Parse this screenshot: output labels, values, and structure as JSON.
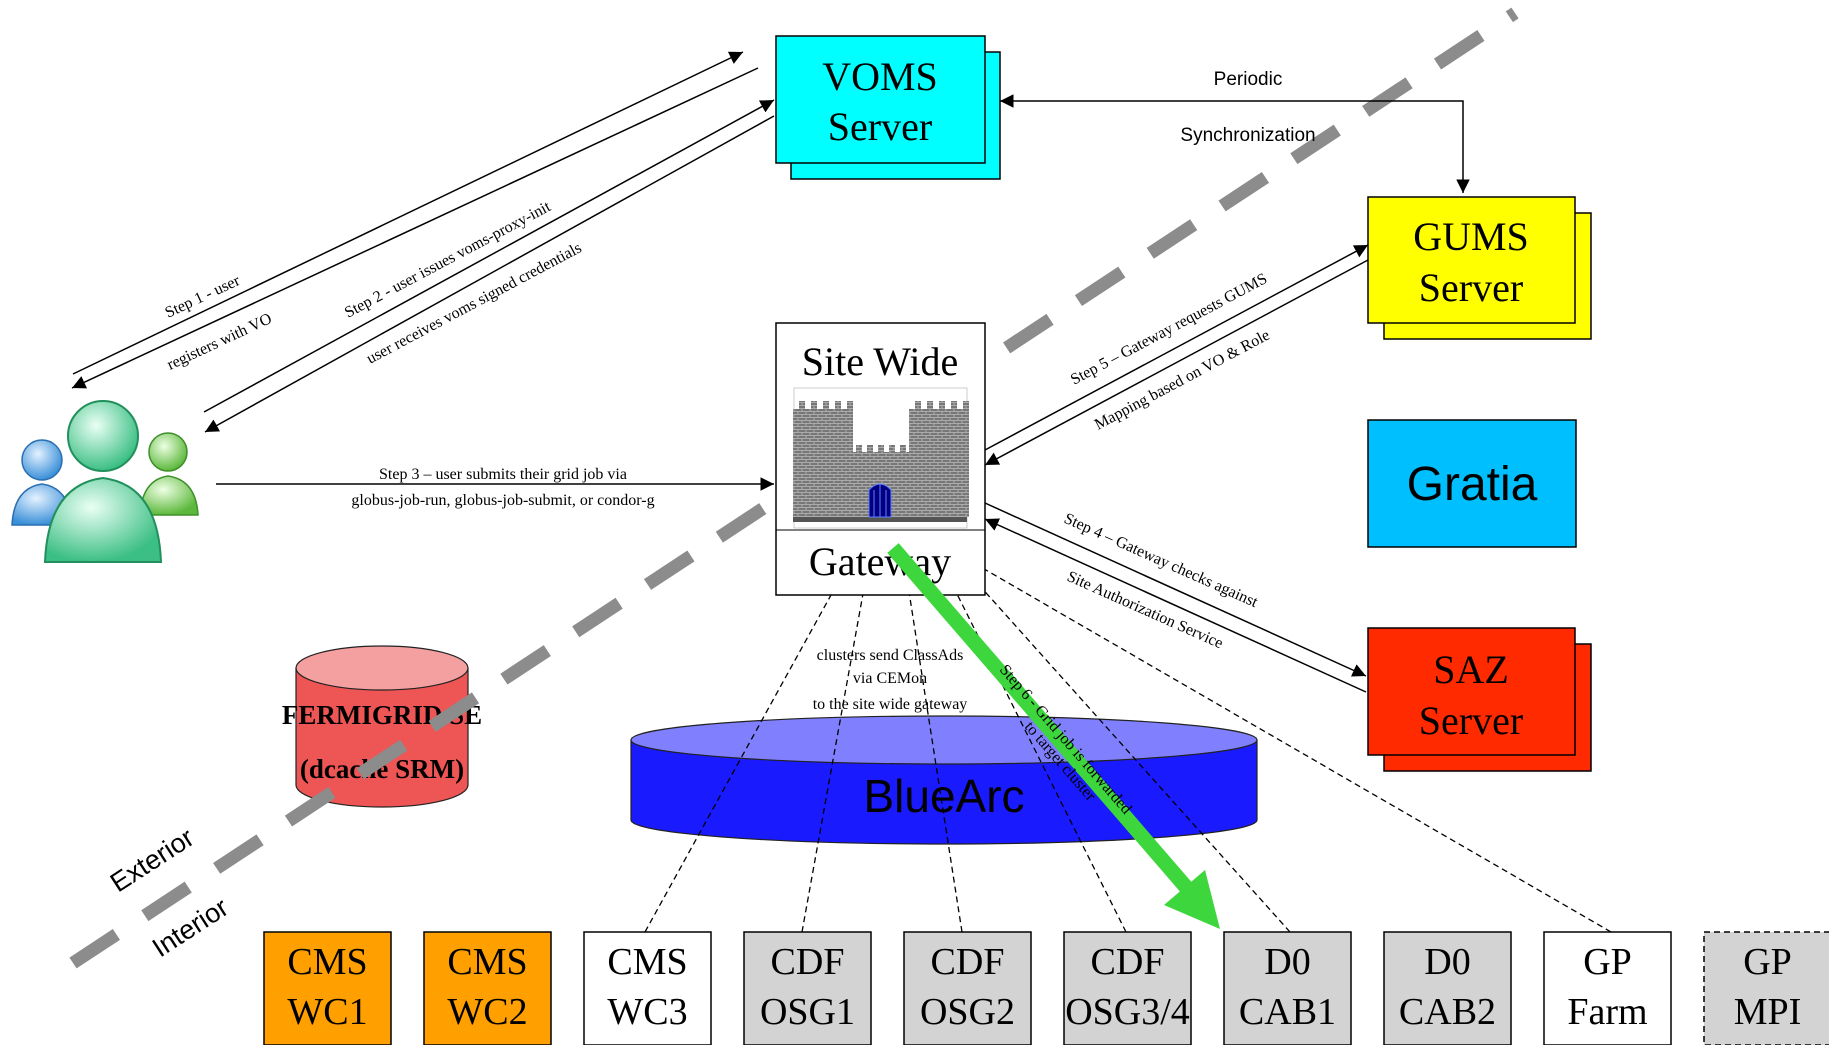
{
  "servers": {
    "voms": {
      "line1": "VOMS",
      "line2": "Server",
      "color": "#00ffff"
    },
    "gums": {
      "line1": "GUMS",
      "line2": "Server",
      "color": "#ffff00"
    },
    "gratia": {
      "label": "Gratia",
      "color": "#00bfff"
    },
    "saz": {
      "line1": "SAZ",
      "line2": "Server",
      "color": "#ff2a00"
    }
  },
  "gateway": {
    "top_label": "Site Wide",
    "bottom_label": "Gateway"
  },
  "sync": {
    "line1": "Periodic",
    "line2": "Synchronization"
  },
  "steps": {
    "step1_a": "Step 1 - user",
    "step1_b": "registers with VO",
    "step2_a": "Step 2 - user issues voms-proxy-init",
    "step2_b": "user receives voms signed credentials",
    "step3_a": "Step 3 – user submits their grid job via",
    "step3_b": "globus-job-run, globus-job-submit, or condor-g",
    "step4_a": "Step 4 – Gateway checks against",
    "step4_b": "Site Authorization Service",
    "step5_a": "Step 5 – Gateway requests GUMS",
    "step5_b": "Mapping based on VO & Role",
    "step6_a": "Step 6 - Grid job is forwarded",
    "step6_b": "to target cluster"
  },
  "classads": {
    "line1": "clusters send ClassAds",
    "line2": "via CEMon",
    "line3": "to the site wide gateway"
  },
  "storage": {
    "fermigrid_line1": "FERMIGRID SE",
    "fermigrid_line2": "(dcache SRM)",
    "bluearc": "BlueArc",
    "fermigrid_color": "#ee5555",
    "bluearc_color": "#1a1aff"
  },
  "zones": {
    "exterior": "Exterior",
    "interior": "Interior"
  },
  "clusters": [
    {
      "line1": "CMS",
      "line2": "WC1",
      "color": "#ffa000",
      "dashed": false
    },
    {
      "line1": "CMS",
      "line2": "WC2",
      "color": "#ffa000",
      "dashed": false
    },
    {
      "line1": "CMS",
      "line2": "WC3",
      "color": "#ffffff",
      "dashed": false
    },
    {
      "line1": "CDF",
      "line2": "OSG1",
      "color": "#d3d3d3",
      "dashed": false
    },
    {
      "line1": "CDF",
      "line2": "OSG2",
      "color": "#d3d3d3",
      "dashed": false
    },
    {
      "line1": "CDF",
      "line2": "OSG3/4",
      "color": "#d3d3d3",
      "dashed": false
    },
    {
      "line1": "D0",
      "line2": "CAB1",
      "color": "#d3d3d3",
      "dashed": false
    },
    {
      "line1": "D0",
      "line2": "CAB2",
      "color": "#d3d3d3",
      "dashed": false
    },
    {
      "line1": "GP",
      "line2": "Farm",
      "color": "#ffffff",
      "dashed": false
    },
    {
      "line1": "GP",
      "line2": "MPI",
      "color": "#d3d3d3",
      "dashed": true
    }
  ],
  "icons": {
    "users": "users-icon",
    "castle": "castle-icon"
  }
}
